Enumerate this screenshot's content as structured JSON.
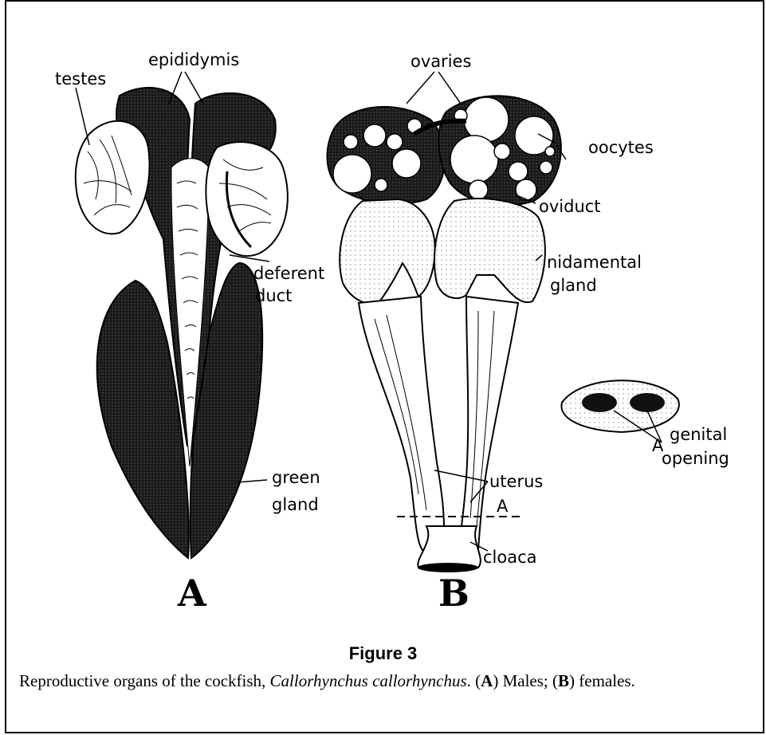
{
  "figure": {
    "panel_a": "A",
    "panel_b": "B",
    "labels_a": {
      "testes": "testes",
      "epididymis": "epididymis",
      "deferent_duct_1": "deferent",
      "deferent_duct_2": "duct",
      "green_gland_1": "green",
      "green_gland_2": "gland"
    },
    "labels_b": {
      "ovaries": "ovaries",
      "oocytes": "oocytes",
      "oviduct": "oviduct",
      "nidamental_1": "nidamental",
      "nidamental_2": "gland",
      "uterus": "uterus",
      "cloaca": "cloaca",
      "section_mark": "A",
      "inset_mark": "A",
      "genital_1": "genital",
      "genital_2": "opening"
    }
  },
  "caption": {
    "title": "Figure 3",
    "text_1": "Reproductive organs of the cockfish, ",
    "species": "Callorhynchus callorhynchus",
    "text_2": ". (",
    "a": "A",
    "text_3": ") Males; (",
    "b": "B",
    "text_4": ") females."
  }
}
